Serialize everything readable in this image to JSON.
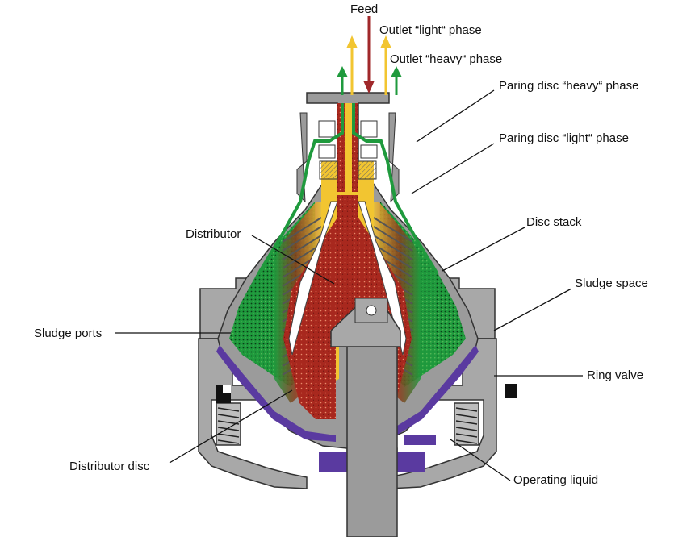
{
  "labels": {
    "feed": "Feed",
    "outlet_light": "Outlet “light“ phase",
    "outlet_heavy": "Outlet “heavy“ phase",
    "paring_heavy": "Paring disc “heavy“ phase",
    "paring_light": "Paring disc “light“ phase",
    "disc_stack": "Disc stack",
    "distributor": "Distributor",
    "sludge_space": "Sludge space",
    "sludge_ports": "Sludge ports",
    "ring_valve": "Ring valve",
    "distributor_disc": "Distributor disc",
    "operating_liquid": "Operating liquid"
  },
  "colors": {
    "feed_arrow": "#a0282a",
    "light_phase": "#f2c531",
    "heavy_phase": "#1f9a3d",
    "feed_product": "#a8281e",
    "housing": "#9b9b9b",
    "operating_liquid": "#5a3aa0"
  }
}
